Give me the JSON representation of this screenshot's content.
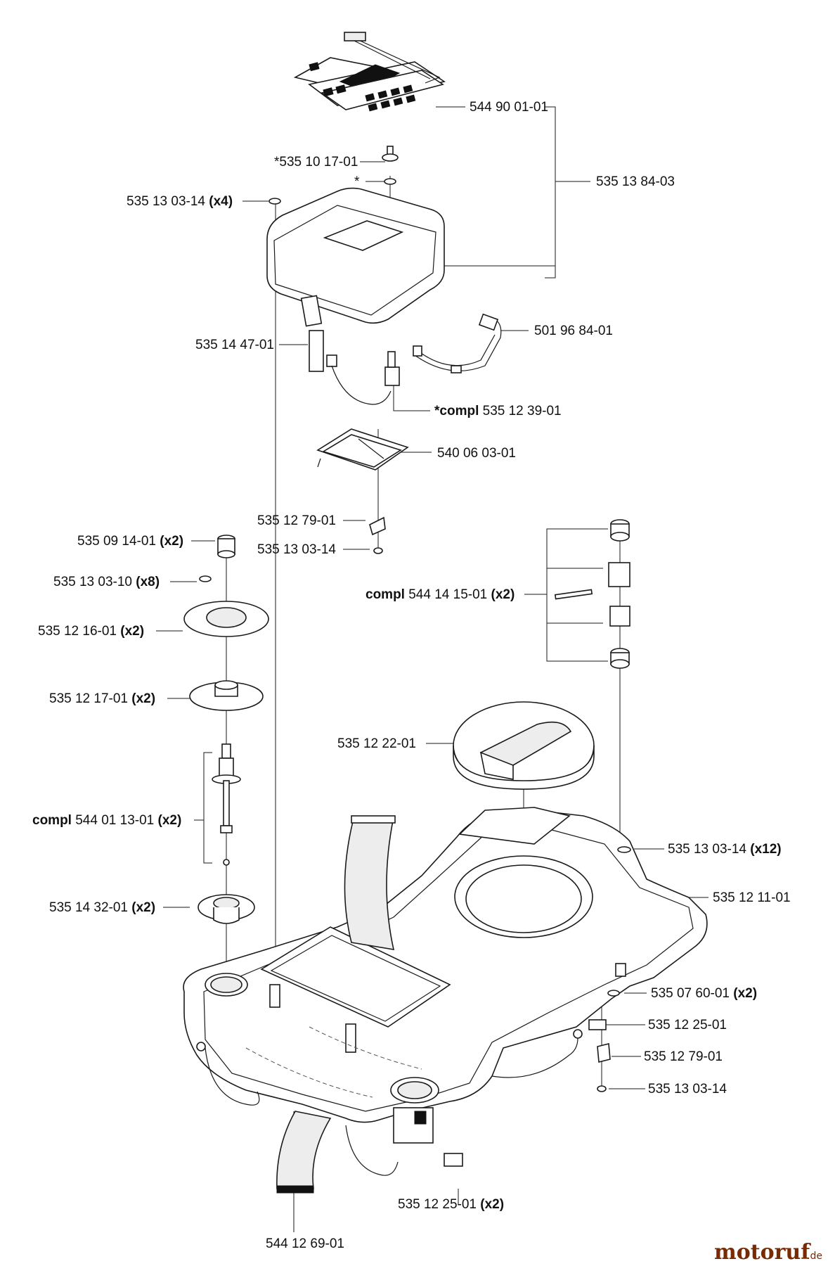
{
  "labels": {
    "l01": "544 90 01-01",
    "l02": "*535 10 17-01",
    "l03": "*",
    "l04": "535 13 84-03",
    "l05": "535 13 03-14",
    "l05b": "(x4)",
    "l06": "535 14 47-01",
    "l07": "501 96 84-01",
    "l08a": "*compl",
    "l08": "535 12 39-01",
    "l09": "540 06 03-01",
    "l10": "535 12 79-01",
    "l11": "535 13 03-14",
    "l12": "535 09 14-01",
    "l12b": "(x2)",
    "l13": "535 13 03-10",
    "l13b": "(x8)",
    "l14": "535 12 16-01",
    "l14b": "(x2)",
    "l15": "535 12 17-01",
    "l15b": "(x2)",
    "l16a": "compl",
    "l16": "544 01 13-01",
    "l16b": "(x2)",
    "l17": "535 14 32-01",
    "l17b": "(x2)",
    "l18a": "compl",
    "l18": "544 14 15-01",
    "l18b": "(x2)",
    "l19": "535 12 22-01",
    "l20": "535 13 03-14",
    "l20b": "(x12)",
    "l21": "535 12 11-01",
    "l22": "535 07 60-01",
    "l22b": "(x2)",
    "l23": "535 12 25-01",
    "l24": "535 12 79-01",
    "l25": "535 13 03-14",
    "l26": "535 12 25-01",
    "l26b": "(x2)",
    "l27": "544 12 69-01"
  },
  "watermark": {
    "brand": "motoruf",
    "suffix": ".de"
  }
}
